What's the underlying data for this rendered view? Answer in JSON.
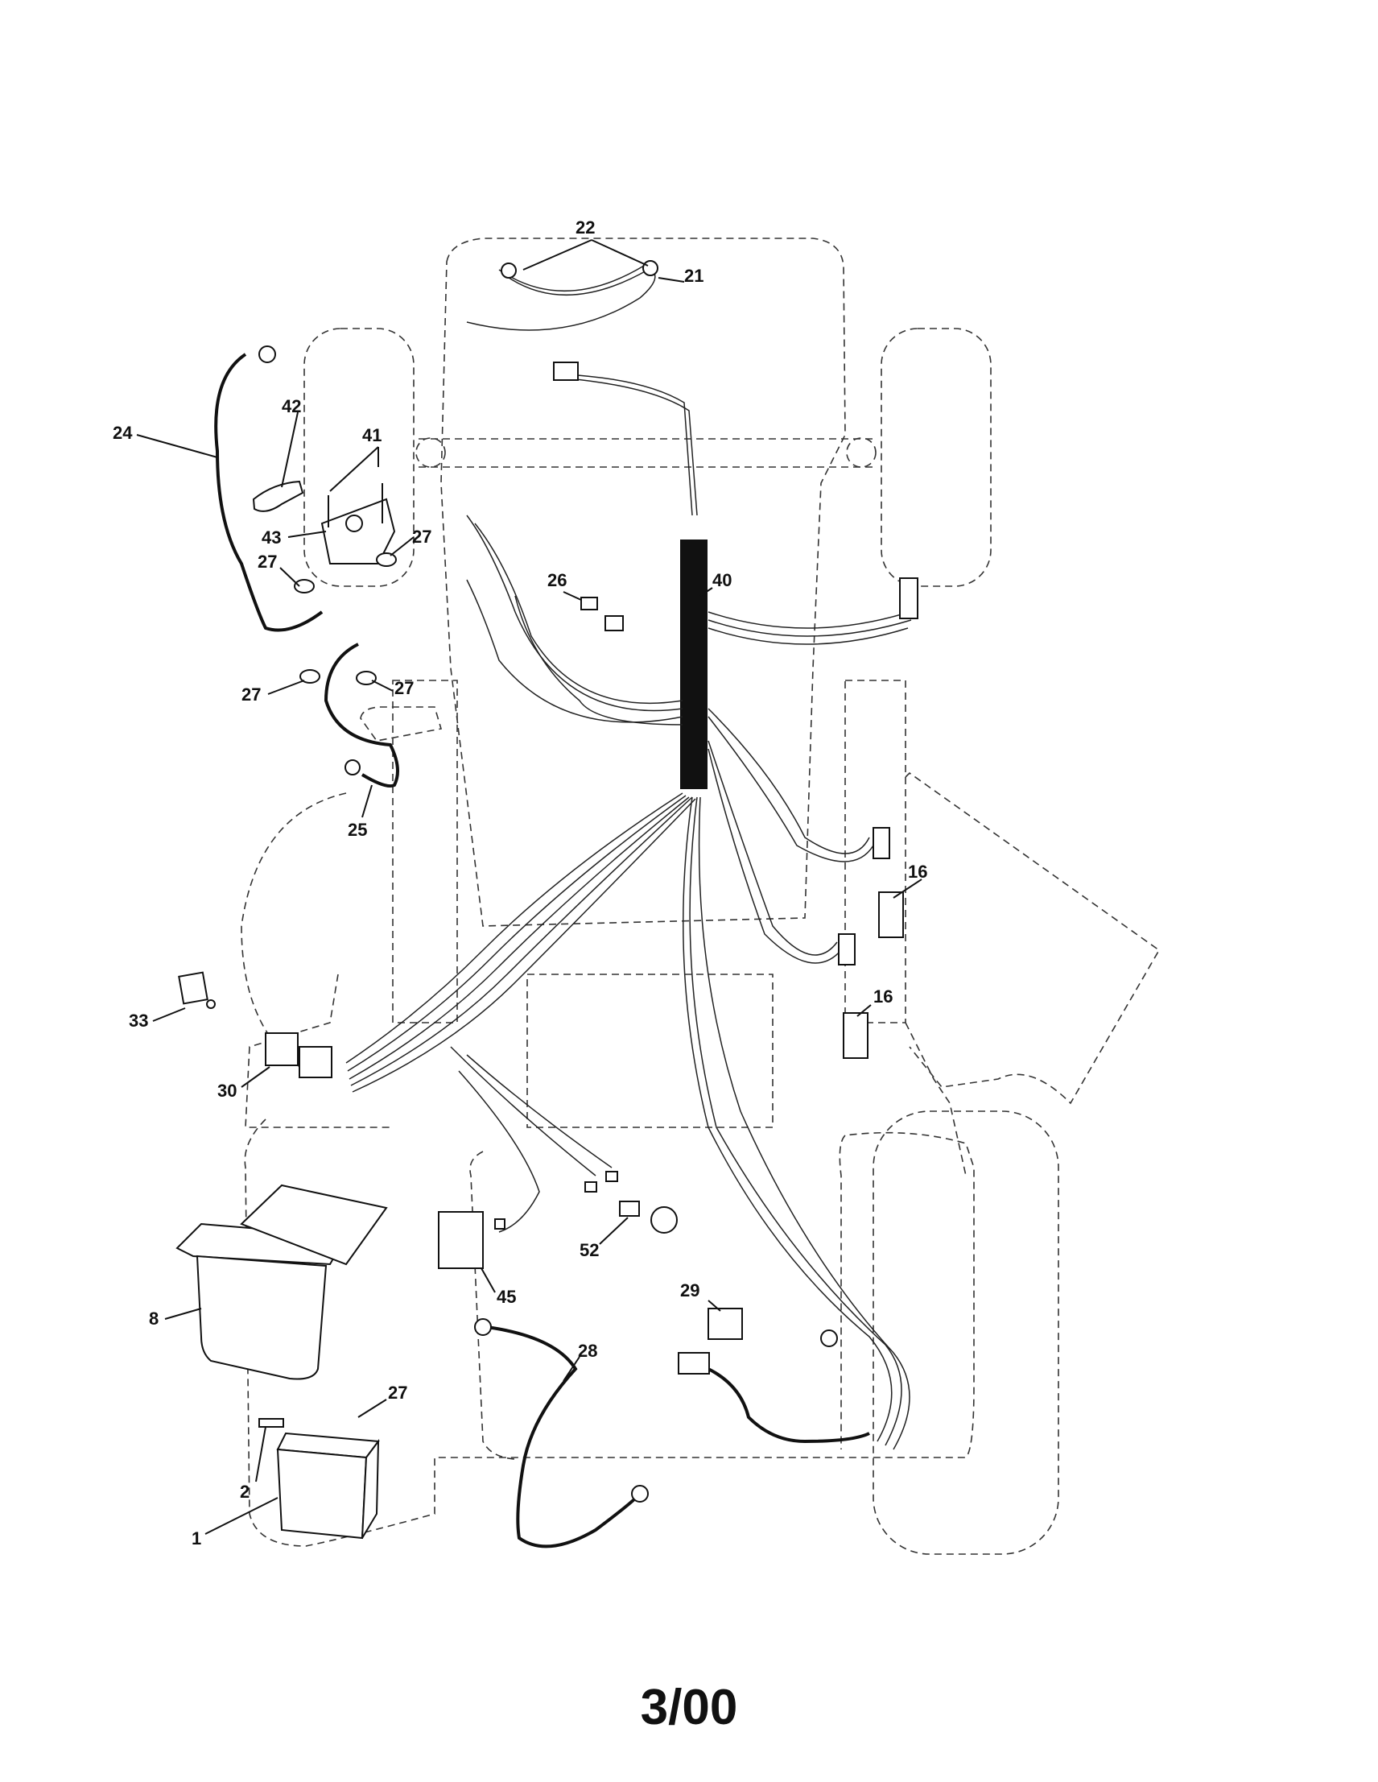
{
  "callouts": {
    "c22": "22",
    "c21": "21",
    "c24": "24",
    "c42": "42",
    "c41": "41",
    "c43": "43",
    "c27a": "27",
    "c27b": "27",
    "c27c": "27",
    "c27d": "27",
    "c27e": "27",
    "c26": "26",
    "c40": "40",
    "c25": "25",
    "c16a": "16",
    "c16b": "16",
    "c33": "33",
    "c30": "30",
    "c8": "8",
    "c45": "45",
    "c52": "52",
    "c29": "29",
    "c28": "28",
    "c2": "2",
    "c1": "1"
  },
  "date_code": "3/00"
}
